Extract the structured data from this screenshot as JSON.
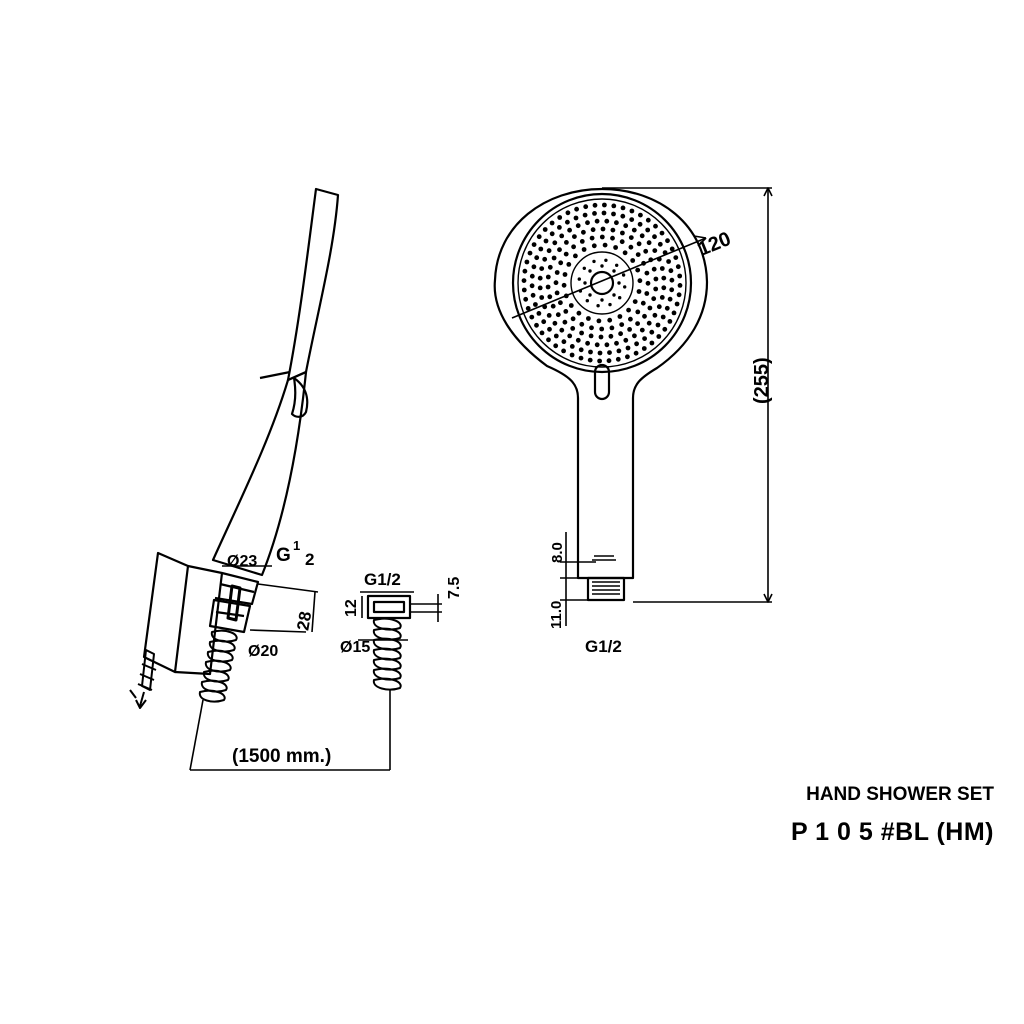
{
  "title": {
    "product_type": "HAND SHOWER SET",
    "model": "P 1 0 5 #BL (HM)"
  },
  "dimensions": {
    "bracket_diameter": "Ø23",
    "bracket_thread_g": "G",
    "bracket_thread_num": "1",
    "bracket_thread_den": "2",
    "bracket_height": "28",
    "hose_nut_diameter": "Ø20",
    "hose_length": "(1500 mm.)",
    "nut_thread": "G1/2",
    "nut_height": "12",
    "nut_offset": "7.5",
    "hose_diameter": "Ø15",
    "head_diameter": "120",
    "total_length": "(255)",
    "connector_upper": "8.0",
    "connector_lower": "11.0",
    "handle_thread": "G1/2"
  },
  "colors": {
    "line": "#000000",
    "background": "#ffffff"
  }
}
